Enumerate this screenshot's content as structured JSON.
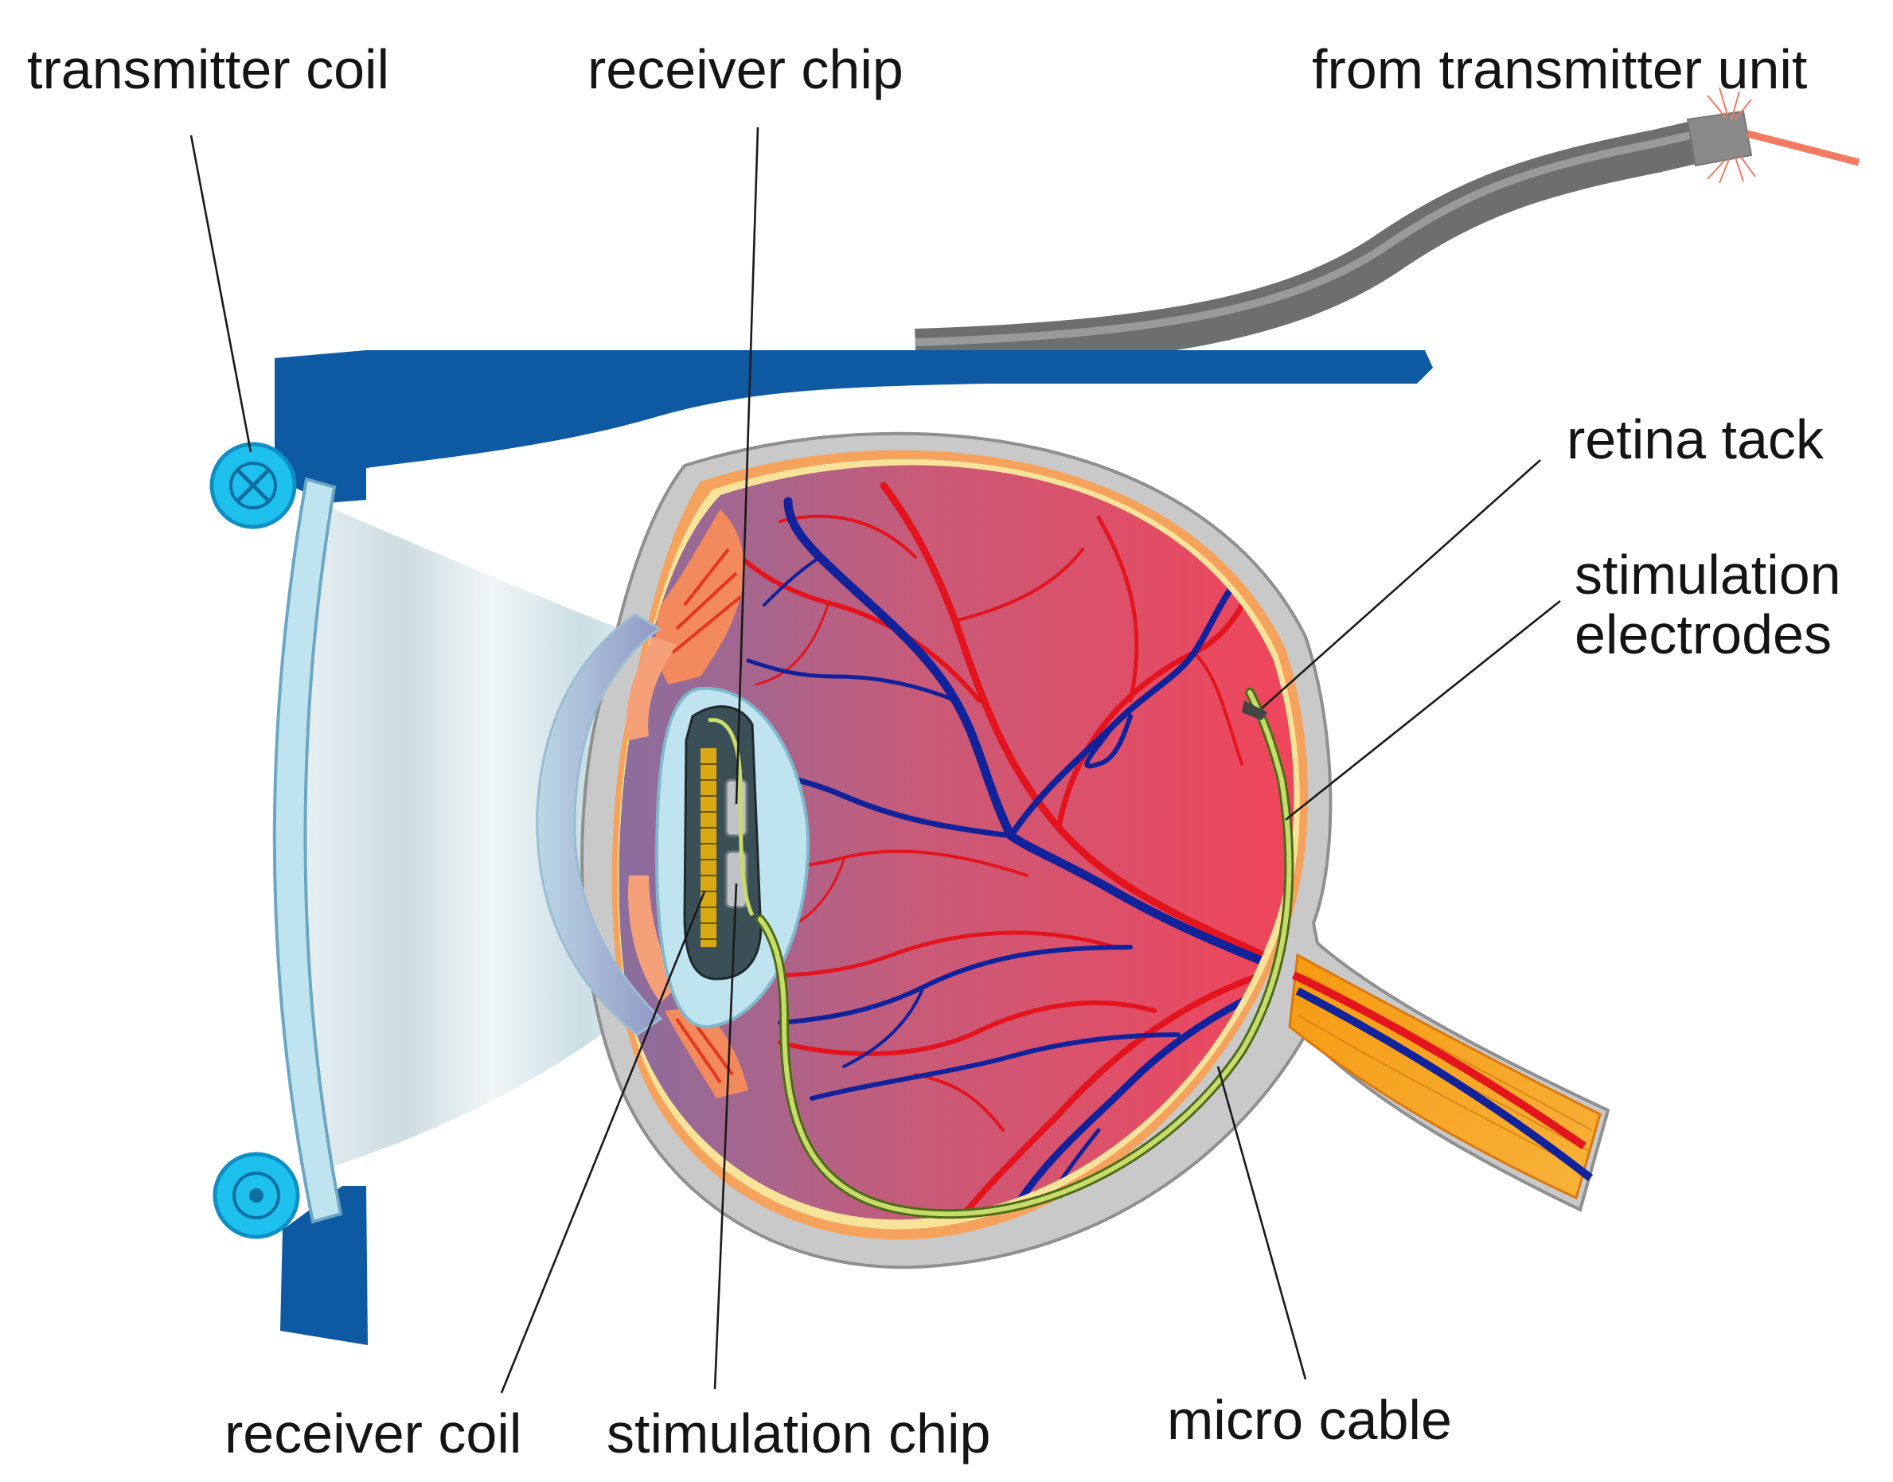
{
  "labels": {
    "transmitter_coil": "transmitter coil",
    "receiver_chip": "receiver chip",
    "from_transmitter_unit": "from transmitter unit",
    "retina_tack": "retina tack",
    "stimulation_electrodes_line1": "stimulation",
    "stimulation_electrodes_line2": "electrodes",
    "receiver_coil": "receiver coil",
    "stimulation_chip": "stimulation chip",
    "micro_cable": "micro cable"
  },
  "colors": {
    "frame_blue": "#0d5aa3",
    "coil_cyan": "#1ec1ee",
    "lens_pale_blue": "#bfe4ef",
    "cable_gray": "#6e6e6e",
    "sclera_gray": "#c9c9c9",
    "choroid_orange": "#f5a25d",
    "retina_yellow": "#f7e49a",
    "eye_interior_red": "#f0455a",
    "eye_interior_purple": "#8a6e9e",
    "artery_red": "#e3141e",
    "vein_blue": "#12229b",
    "micro_cable_green": "#c8dc6a",
    "optic_nerve_orange": "#f7a21c"
  }
}
